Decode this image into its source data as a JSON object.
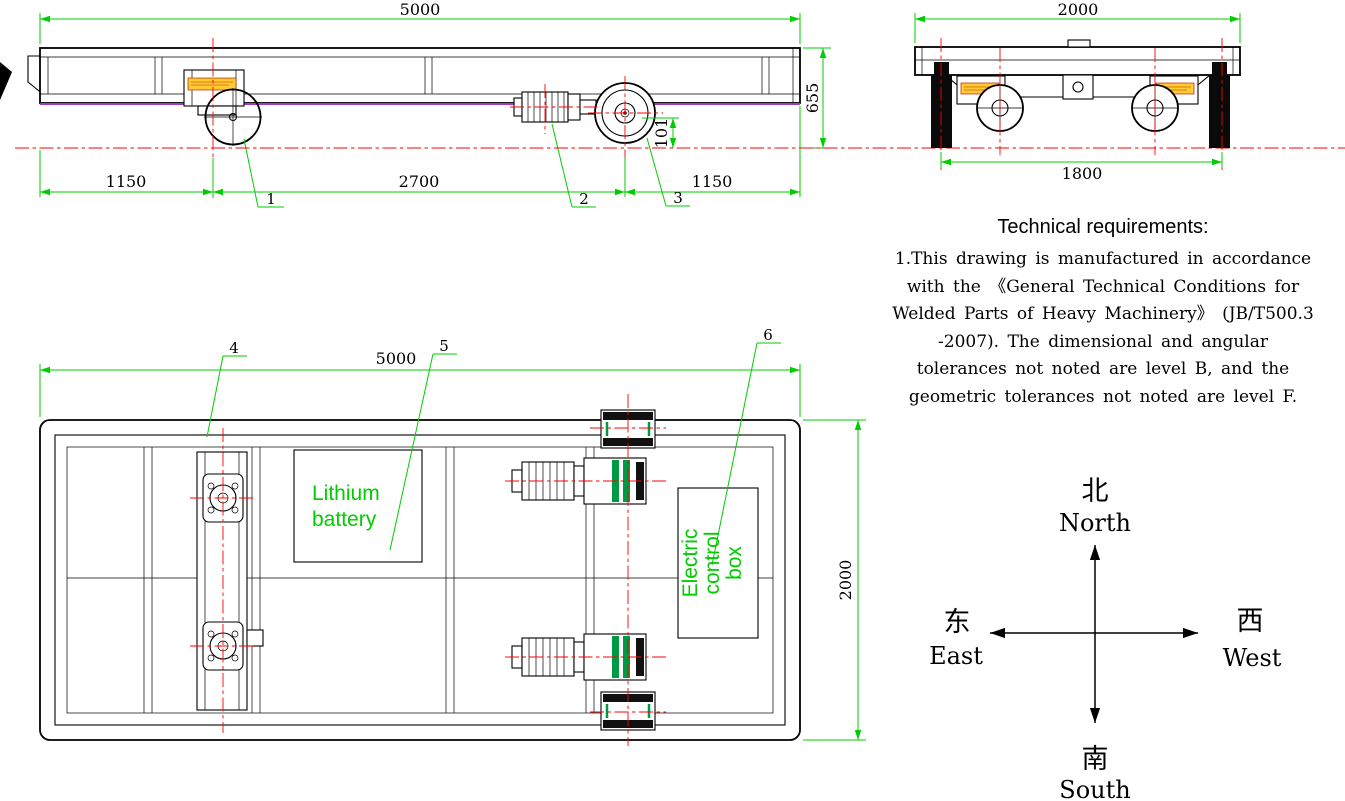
{
  "side_view": {
    "dims": {
      "total_length": "5000",
      "left_overhang": "1150",
      "wheelbase": "2700",
      "right_overhang": "1150",
      "deck_height": "655",
      "wheel_rail": "101"
    },
    "callouts": {
      "c1": "1",
      "c2": "2",
      "c3": "3"
    }
  },
  "end_view": {
    "dims": {
      "overall_width": "2000",
      "track_gauge": "1800"
    }
  },
  "plan_view": {
    "dims": {
      "total_length": "5000",
      "overall_width": "2000"
    },
    "callouts": {
      "c4": "4",
      "c5": "5",
      "c6": "6"
    },
    "battery_lines": [
      "Lithium",
      "battery"
    ],
    "control_lines": [
      "Electric",
      "control",
      "box"
    ]
  },
  "technical_requirements": {
    "title": "Technical requirements:",
    "lines": [
      "1.This drawing is manufactured in accordance",
      "with the 《General Technical Conditions for",
      "Welded Parts of Heavy Machinery》 (JB/T500.3",
      "-2007). The dimensional and angular",
      "tolerances not noted are level B, and the",
      "geometric tolerances not noted are level F."
    ]
  },
  "compass": {
    "north_cn": "北",
    "north_en": "North",
    "south_cn": "南",
    "south_en": "South",
    "east_cn": "东",
    "east_en": "East",
    "west_cn": "西",
    "west_en": "West"
  },
  "colors": {
    "dimension_green": "#00cc00",
    "centerline_red": "#ff0000",
    "outline_black": "#000000",
    "deck_purple": "#a03cc8",
    "label_yellow": "#ffcc33",
    "coupling_green": "#009944"
  }
}
